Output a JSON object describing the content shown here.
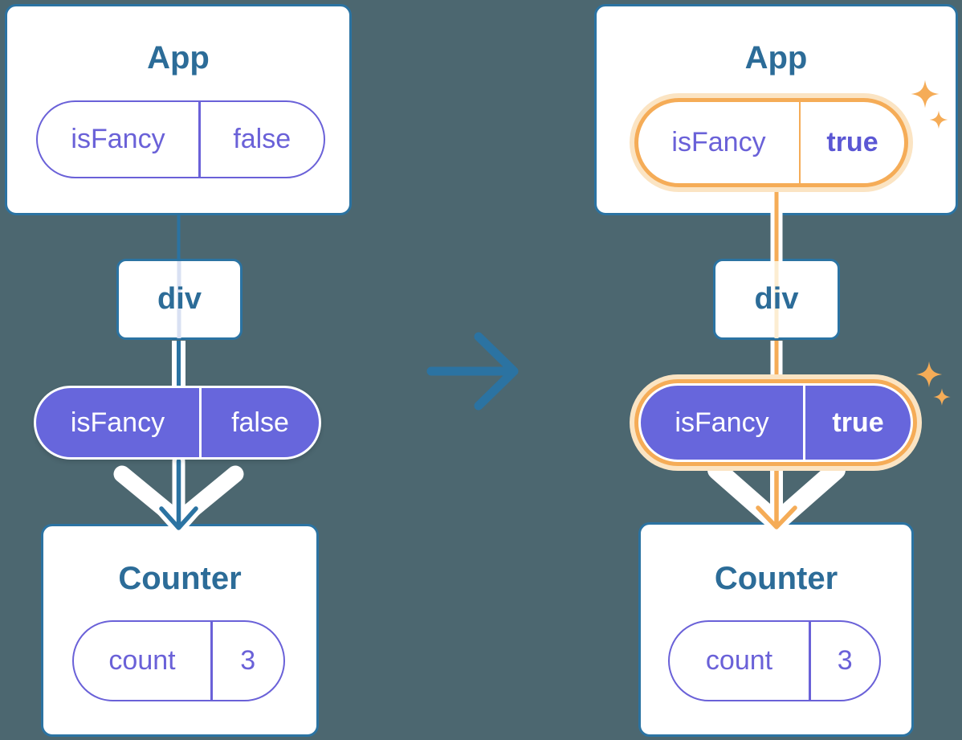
{
  "colors": {
    "bg": "#4C6770",
    "teal": "#2B73A2",
    "title": "#2C6C98",
    "purple": "#6A61D8",
    "purpleBold": "#5B57D4",
    "purpleFill": "#6766DC",
    "lavender": "#D9E1F3",
    "cream": "#FCEDD2",
    "orange": "#F5AC57",
    "orangeGlow": "#FBE4C3",
    "white": "#FFFFFF"
  },
  "left_tree": {
    "app": {
      "title": "App",
      "pill": {
        "key": "isFancy",
        "value": "false"
      }
    },
    "div": {
      "label": "div"
    },
    "prop_pill": {
      "key": "isFancy",
      "value": "false"
    },
    "counter": {
      "title": "Counter",
      "pill": {
        "key": "count",
        "value": "3"
      }
    }
  },
  "right_tree": {
    "app": {
      "title": "App",
      "pill": {
        "key": "isFancy",
        "value": "true"
      }
    },
    "div": {
      "label": "div"
    },
    "prop_pill": {
      "key": "isFancy",
      "value": "true"
    },
    "counter": {
      "title": "Counter",
      "pill": {
        "key": "count",
        "value": "3"
      }
    }
  },
  "icons": {
    "transition_arrow": "right-arrow",
    "sparkles": "four-point-stars"
  }
}
